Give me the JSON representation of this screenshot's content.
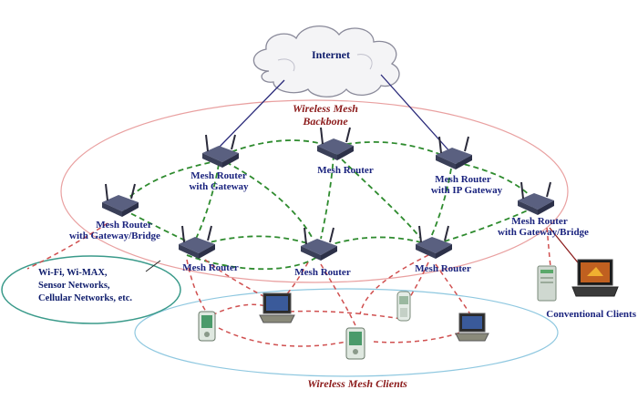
{
  "internet": {
    "label": "Internet"
  },
  "backbone": {
    "line1": "Wireless Mesh",
    "line2": "Backbone"
  },
  "clients_region": {
    "label": "Wireless Mesh Clients"
  },
  "other_networks": {
    "line1": "Wi-Fi, Wi-MAX,",
    "line2": "Sensor Networks,",
    "line3": "Cellular Networks, etc."
  },
  "routers": [
    {
      "line1": "Mesh Router",
      "line2": "with Gateway/Bridge"
    },
    {
      "line1": "Mesh Router",
      "line2": "with Gateway"
    },
    {
      "line1": "Mesh Router",
      "line2": ""
    },
    {
      "line1": "Mesh Router",
      "line2": "with IP Gateway"
    },
    {
      "line1": "Mesh Router",
      "line2": "with Gateway/Bridge"
    },
    {
      "line1": "Mesh Router",
      "line2": ""
    },
    {
      "line1": "Mesh Router",
      "line2": ""
    },
    {
      "line1": "Mesh Router",
      "line2": ""
    }
  ],
  "conventional_clients": {
    "label": "Conventional Clients"
  },
  "colors": {
    "backbone_ellipse": "#e9a0a0",
    "clients_ellipse": "#8fc8e0",
    "green_link": "#2e8b2e",
    "red_link": "#d05050",
    "uplink": "#2a2a7a",
    "router_body": "#4a4f6a",
    "text_blue": "#1a237e",
    "text_red": "#8b1a1a"
  }
}
